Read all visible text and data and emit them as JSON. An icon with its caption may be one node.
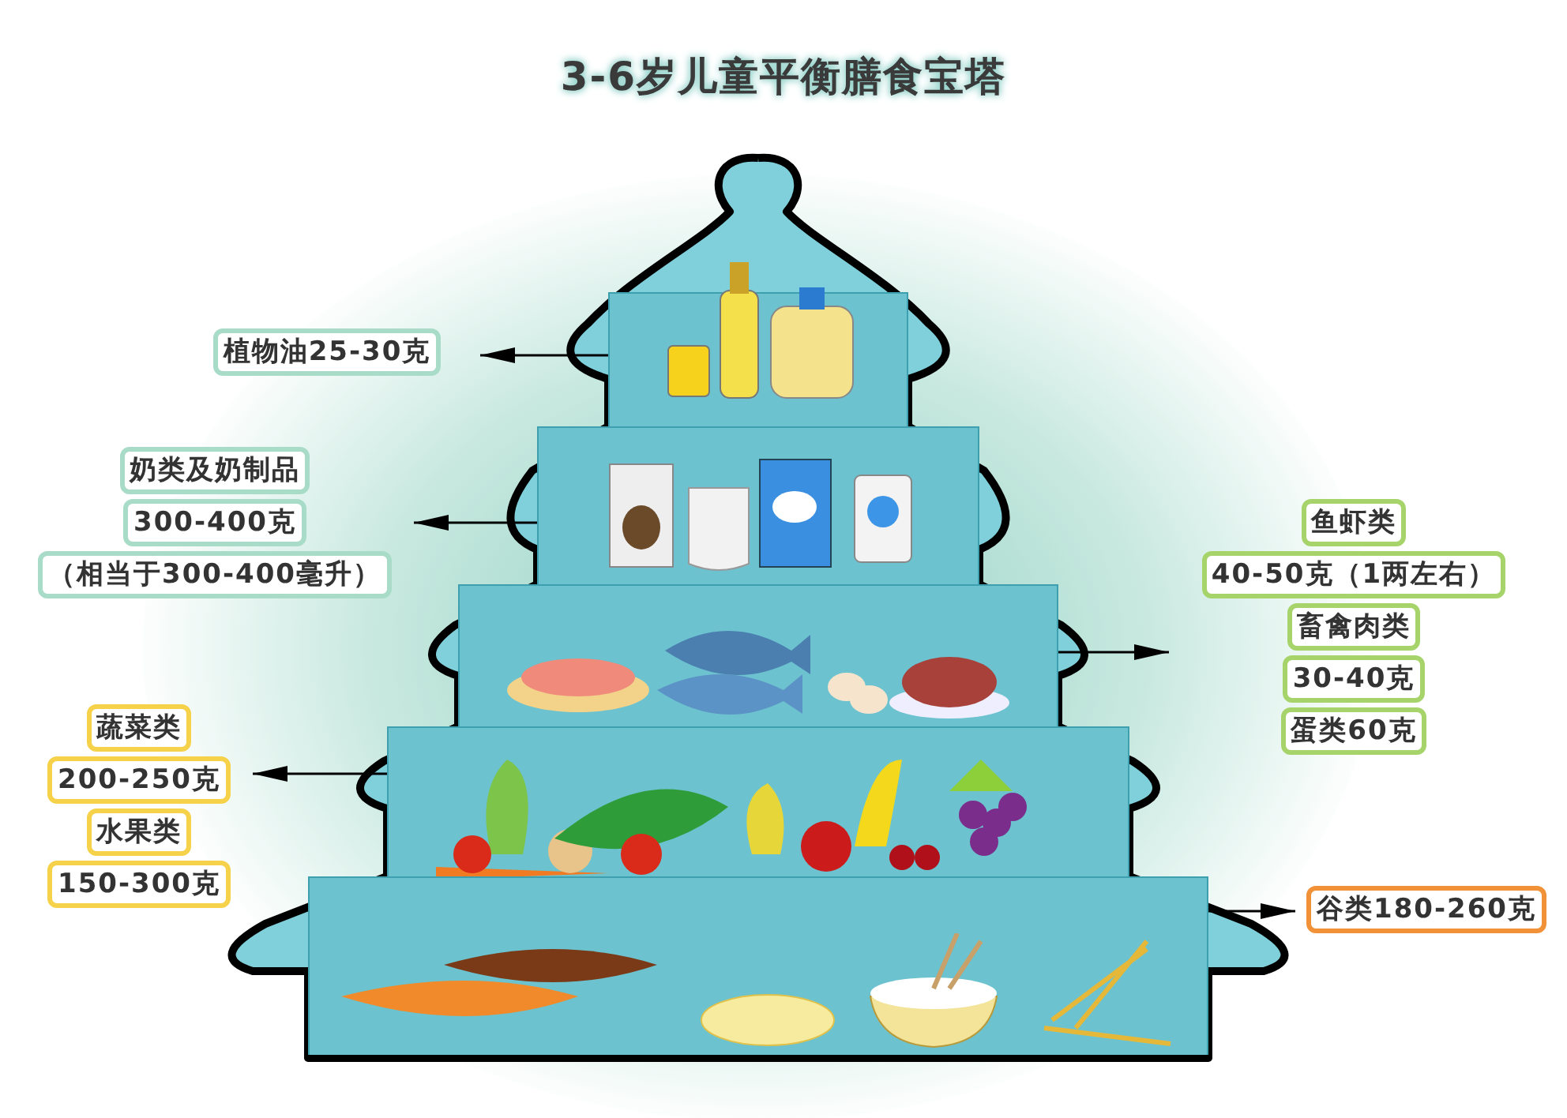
{
  "diagram": {
    "title": "3-6岁儿童平衡膳食宝塔",
    "nodes": [
      {
        "text": [],
        "shape": "picture"
      },
      {
        "text": [],
        "shape": "picture"
      },
      {
        "text": [],
        "shape": "picture"
      },
      {
        "text": [],
        "shape": "picture"
      },
      {
        "text": [],
        "shape": "picture"
      },
      {
        "text": [
          "植物油25-30克"
        ]
      },
      {
        "text": [
          "奶类及奶制品",
          "300-400克",
          "（相当于300-400毫升）"
        ]
      },
      {
        "text": [
          "鱼虾类",
          "40-50克（1两左右）",
          "畜禽肉类",
          "30-40克",
          "蛋类60克"
        ]
      },
      {
        "text": [
          "蔬菜类",
          "200-250克",
          "水果类",
          "150-300克"
        ]
      },
      {
        "text": [
          "谷类180-260克"
        ]
      }
    ],
    "edges": [
      {
        "from": 0,
        "to": 5,
        "arrow": "to"
      },
      {
        "from": 1,
        "to": 6,
        "arrow": "to"
      },
      {
        "from": 2,
        "to": 7,
        "arrow": "to"
      },
      {
        "from": 3,
        "to": 8,
        "arrow": "to"
      },
      {
        "from": 4,
        "to": 9,
        "arrow": "to"
      }
    ]
  }
}
